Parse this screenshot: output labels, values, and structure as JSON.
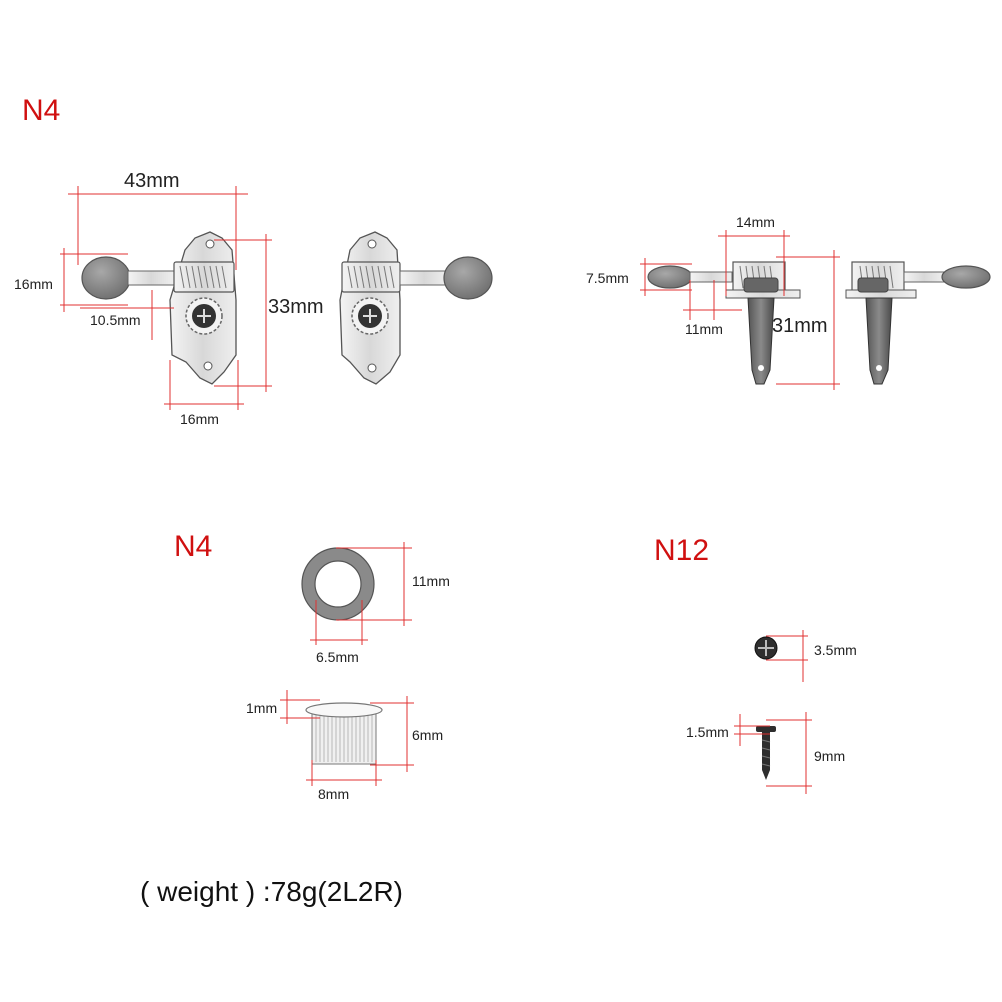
{
  "sections": {
    "tuner": {
      "quantity": "N4",
      "dimensions": {
        "overall_width": "43mm",
        "button_height": "16mm",
        "shaft_gap": "10.5mm",
        "plate_height": "33mm",
        "plate_width": "16mm",
        "side_button": "7.5mm",
        "side_collar": "14mm",
        "side_shaft": "11mm",
        "post_height": "31mm"
      }
    },
    "bushing": {
      "quantity": "N4",
      "dimensions": {
        "washer_outer": "11mm",
        "washer_inner": "6.5mm",
        "bushing_rim": "1mm",
        "bushing_height": "6mm",
        "bushing_width": "8mm"
      }
    },
    "screw": {
      "quantity": "N12",
      "dimensions": {
        "head_diameter": "3.5mm",
        "head_thickness": "1.5mm",
        "length": "9mm"
      }
    }
  },
  "weight_text": "( weight ) :78g(2L2R)",
  "colors": {
    "quantity_label": "#d01010",
    "dimension_line": "#e03030",
    "metal": "#dcdcdc",
    "button": "#8f8f8f",
    "dark_part": "#3a3a3a"
  }
}
